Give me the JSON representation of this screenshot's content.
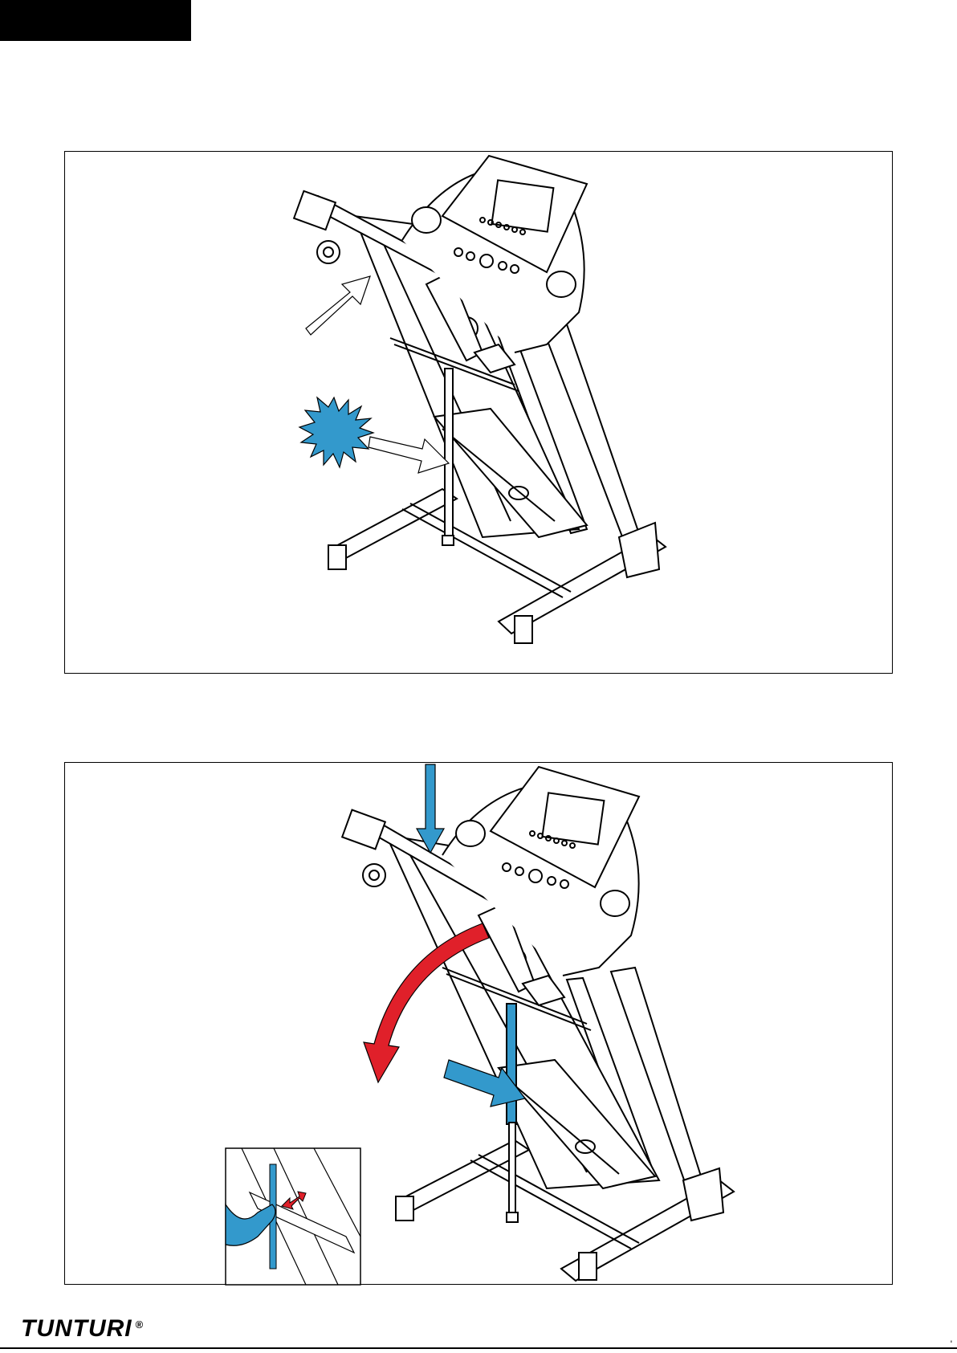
{
  "brand": {
    "logo_text": "TUNTURI",
    "registered_mark": "®"
  },
  "page_mark": "'",
  "colors": {
    "blue": "#3399cc",
    "red": "#e0202a",
    "line": "#000000"
  },
  "figures": [
    {
      "id": "fig1",
      "name": "treadmill-folding-step-1",
      "burst": true
    },
    {
      "id": "fig2",
      "name": "treadmill-folding-step-2",
      "inset": true
    }
  ]
}
